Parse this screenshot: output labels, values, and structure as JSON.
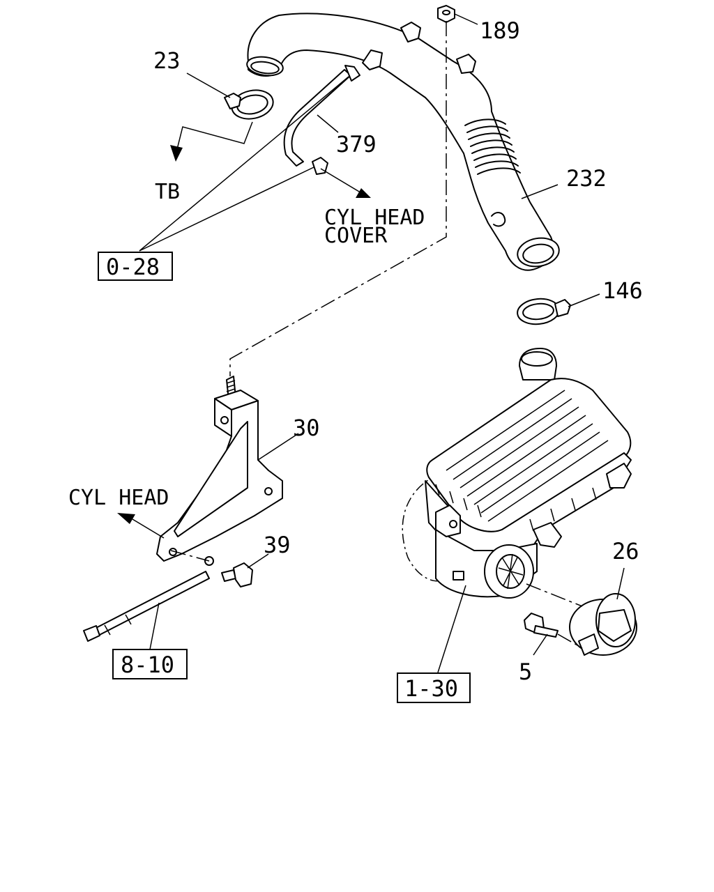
{
  "diagram": {
    "callouts": {
      "p189": "189",
      "p23": "23",
      "p379": "379",
      "p232": "232",
      "p146": "146",
      "p30": "30",
      "p39": "39",
      "p26": "26",
      "p5": "5"
    },
    "annotations": {
      "tb": "TB",
      "cyl_head_cover_1": "CYL HEAD",
      "cyl_head_cover_2": "COVER",
      "cyl_head": "CYL HEAD"
    },
    "references": {
      "ref_0_28": "0-28",
      "ref_8_10": "8-10",
      "ref_1_30": "1-30"
    }
  }
}
